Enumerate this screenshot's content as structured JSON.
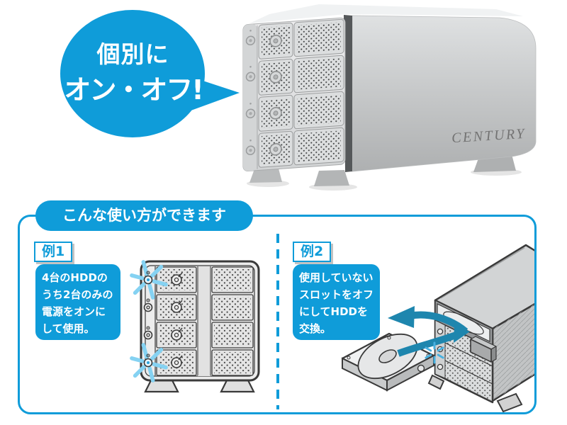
{
  "bubble": {
    "line1": "個別に",
    "line2": "オン・オフ!"
  },
  "product": {
    "brand": "CENTURY"
  },
  "panel": {
    "title": "こんな使い方ができます",
    "examples": [
      {
        "label": "例1",
        "description": "4台のHDDの\nうち2台のみの\n電源をオンに\nして使用。"
      },
      {
        "label": "例2",
        "description": "使用していない\nスロットをオフ\nにしてHDDを\n交換。"
      }
    ]
  },
  "icons": {
    "power_sparkle": "starburst",
    "swap_out_arrow": "curved-arrow-out",
    "swap_in_arrow": "curved-arrow-in"
  },
  "colors": {
    "primary_blue": "#0f9cd9",
    "sparkle_blue": "#85d2f2",
    "arrow_teal": "#1e86ae"
  }
}
